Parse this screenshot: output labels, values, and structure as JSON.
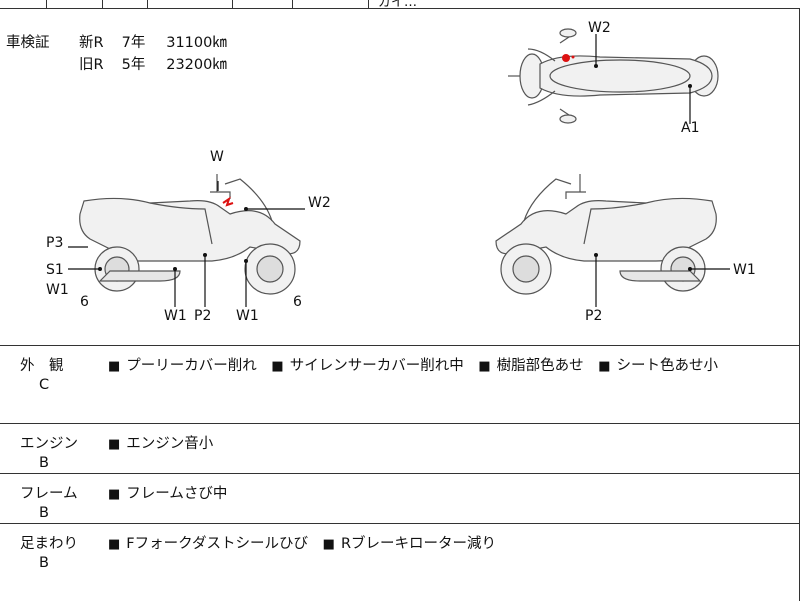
{
  "top_fragment": "ガイ…",
  "inspection": {
    "label": "車検証",
    "rows": [
      {
        "tag": "新R",
        "years": "7年",
        "km": "31100㎞"
      },
      {
        "tag": "旧R",
        "years": "5年",
        "km": "23200㎞"
      }
    ]
  },
  "callouts": {
    "top_w2": "W2",
    "top_a1": "A1",
    "left_w": "W",
    "left_w2": "W2",
    "left_p3": "P3",
    "left_s1": "S1",
    "left_w1_side": "W1",
    "left_6a": "6",
    "left_w1a": "W1",
    "left_p2": "P2",
    "left_w1b": "W1",
    "left_6b": "6",
    "right_w1": "W1",
    "right_p2": "P2"
  },
  "sections": [
    {
      "name": "外　観",
      "grade": "C",
      "items": [
        "プーリーカバー削れ",
        "サイレンサーカバー削れ中",
        "樹脂部色あせ",
        "シート色あせ小"
      ]
    },
    {
      "name": "エンジン",
      "grade": "B",
      "items": [
        "エンジン音小"
      ]
    },
    {
      "name": "フレーム",
      "grade": "B",
      "items": [
        "フレームさび中"
      ]
    },
    {
      "name": "足まわり",
      "grade": "B",
      "items": [
        "Fフォークダストシールひび",
        "Rブレーキローター減り"
      ]
    }
  ],
  "bullet": "■"
}
